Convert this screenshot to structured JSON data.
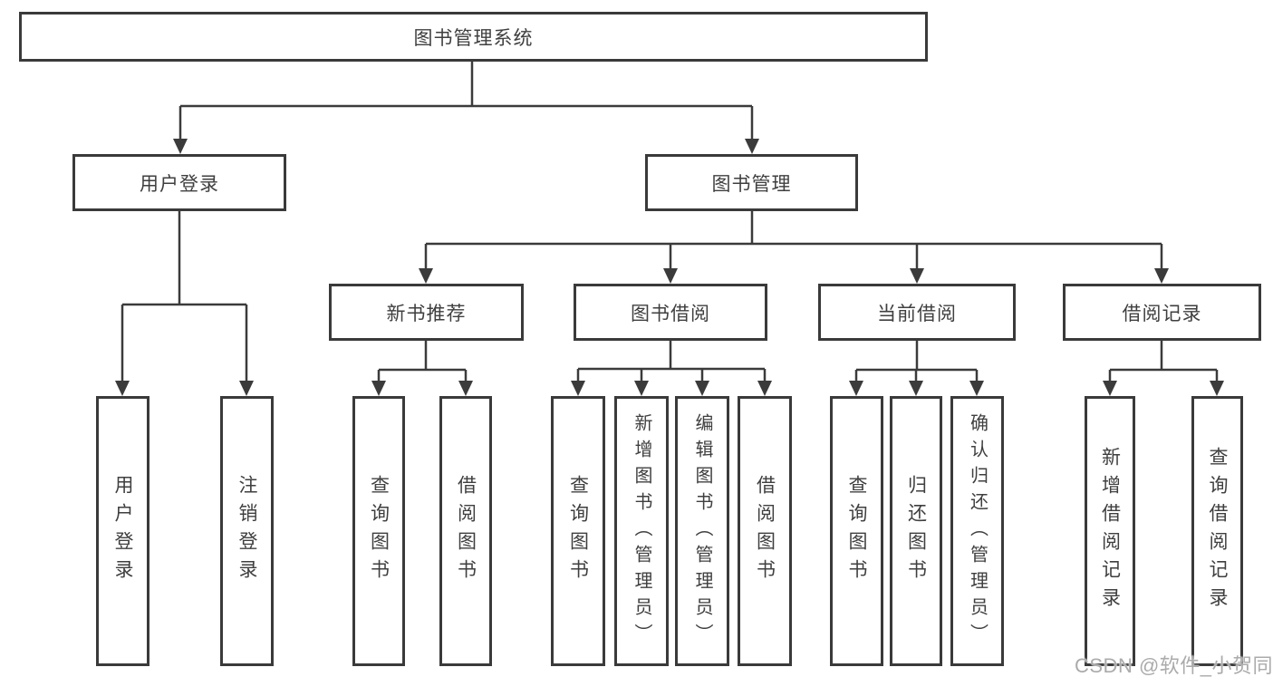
{
  "diagram": {
    "title_hint": "library-management-system function structure diagram",
    "root": {
      "label": "图书管理系统"
    },
    "level2": [
      {
        "label": "用户登录"
      },
      {
        "label": "图书管理"
      }
    ],
    "level3": [
      {
        "label": "新书推荐"
      },
      {
        "label": "图书借阅"
      },
      {
        "label": "当前借阅"
      },
      {
        "label": "借阅记录"
      }
    ],
    "leaves": {
      "user": [
        "用户登录",
        "注销登录"
      ],
      "newbook": [
        "查询图书",
        "借阅图书"
      ],
      "borrow": [
        "查询图书",
        "新增图书（管理员）",
        "编辑图书（管理员）",
        "借阅图书"
      ],
      "current": [
        "查询图书",
        "归还图书",
        "确认归还（管理员）"
      ],
      "records": [
        "新增借阅记录",
        "查询借阅记录"
      ]
    },
    "watermark": "CSDN @软件_小贺同学",
    "colors": {
      "line": "#3b3b3b",
      "box_border": "#3a3a3a",
      "text": "#3f3f3f",
      "background": "#ffffff",
      "watermark": "#ababab"
    }
  }
}
